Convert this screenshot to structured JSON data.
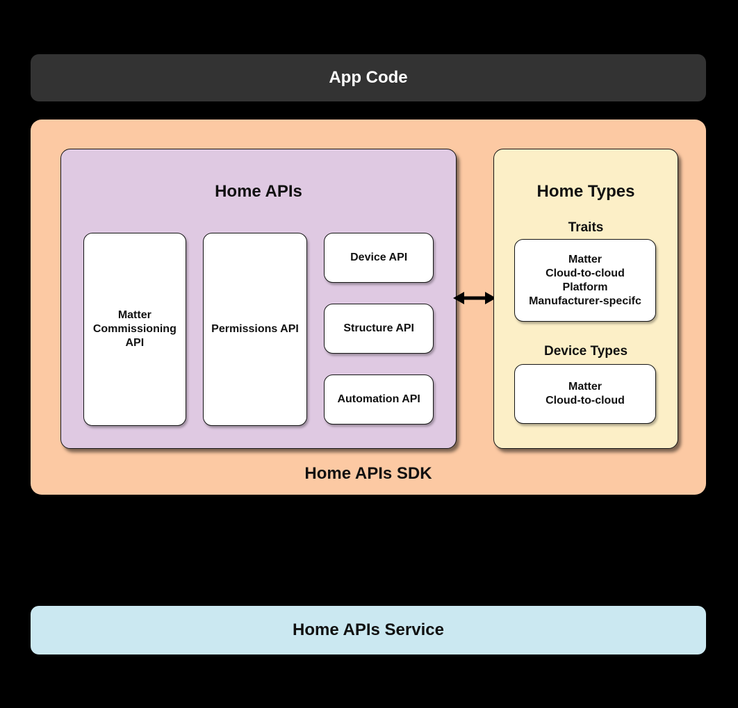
{
  "app_code": {
    "label": "App Code"
  },
  "sdk": {
    "label": "Home APIs SDK",
    "home_apis": {
      "title": "Home APIs",
      "matter_commissioning_label": "Matter\nCommissioning\nAPI",
      "permissions_label": "Permissions API",
      "device_label": "Device API",
      "structure_label": "Structure API",
      "automation_label": "Automation API"
    },
    "home_types": {
      "title": "Home Types",
      "traits_heading": "Traits",
      "traits_list": "Matter\nCloud-to-cloud\nPlatform\nManufacturer-specifc",
      "device_types_heading": "Device Types",
      "device_types_list": "Matter\nCloud-to-cloud"
    }
  },
  "service": {
    "label": "Home APIs Service"
  },
  "icons": {
    "connector": "double-headed-arrow"
  },
  "colors": {
    "background": "#000000",
    "app_code_bg": "#333333",
    "sdk_bg": "#FCC9A3",
    "home_apis_bg": "#DFC9E2",
    "home_types_bg": "#FCEFC7",
    "service_bg": "#CBE8F1",
    "card_bg": "#FFFFFF",
    "border": "#141414",
    "text_dark": "#111111",
    "text_light": "#FFFFFF"
  }
}
